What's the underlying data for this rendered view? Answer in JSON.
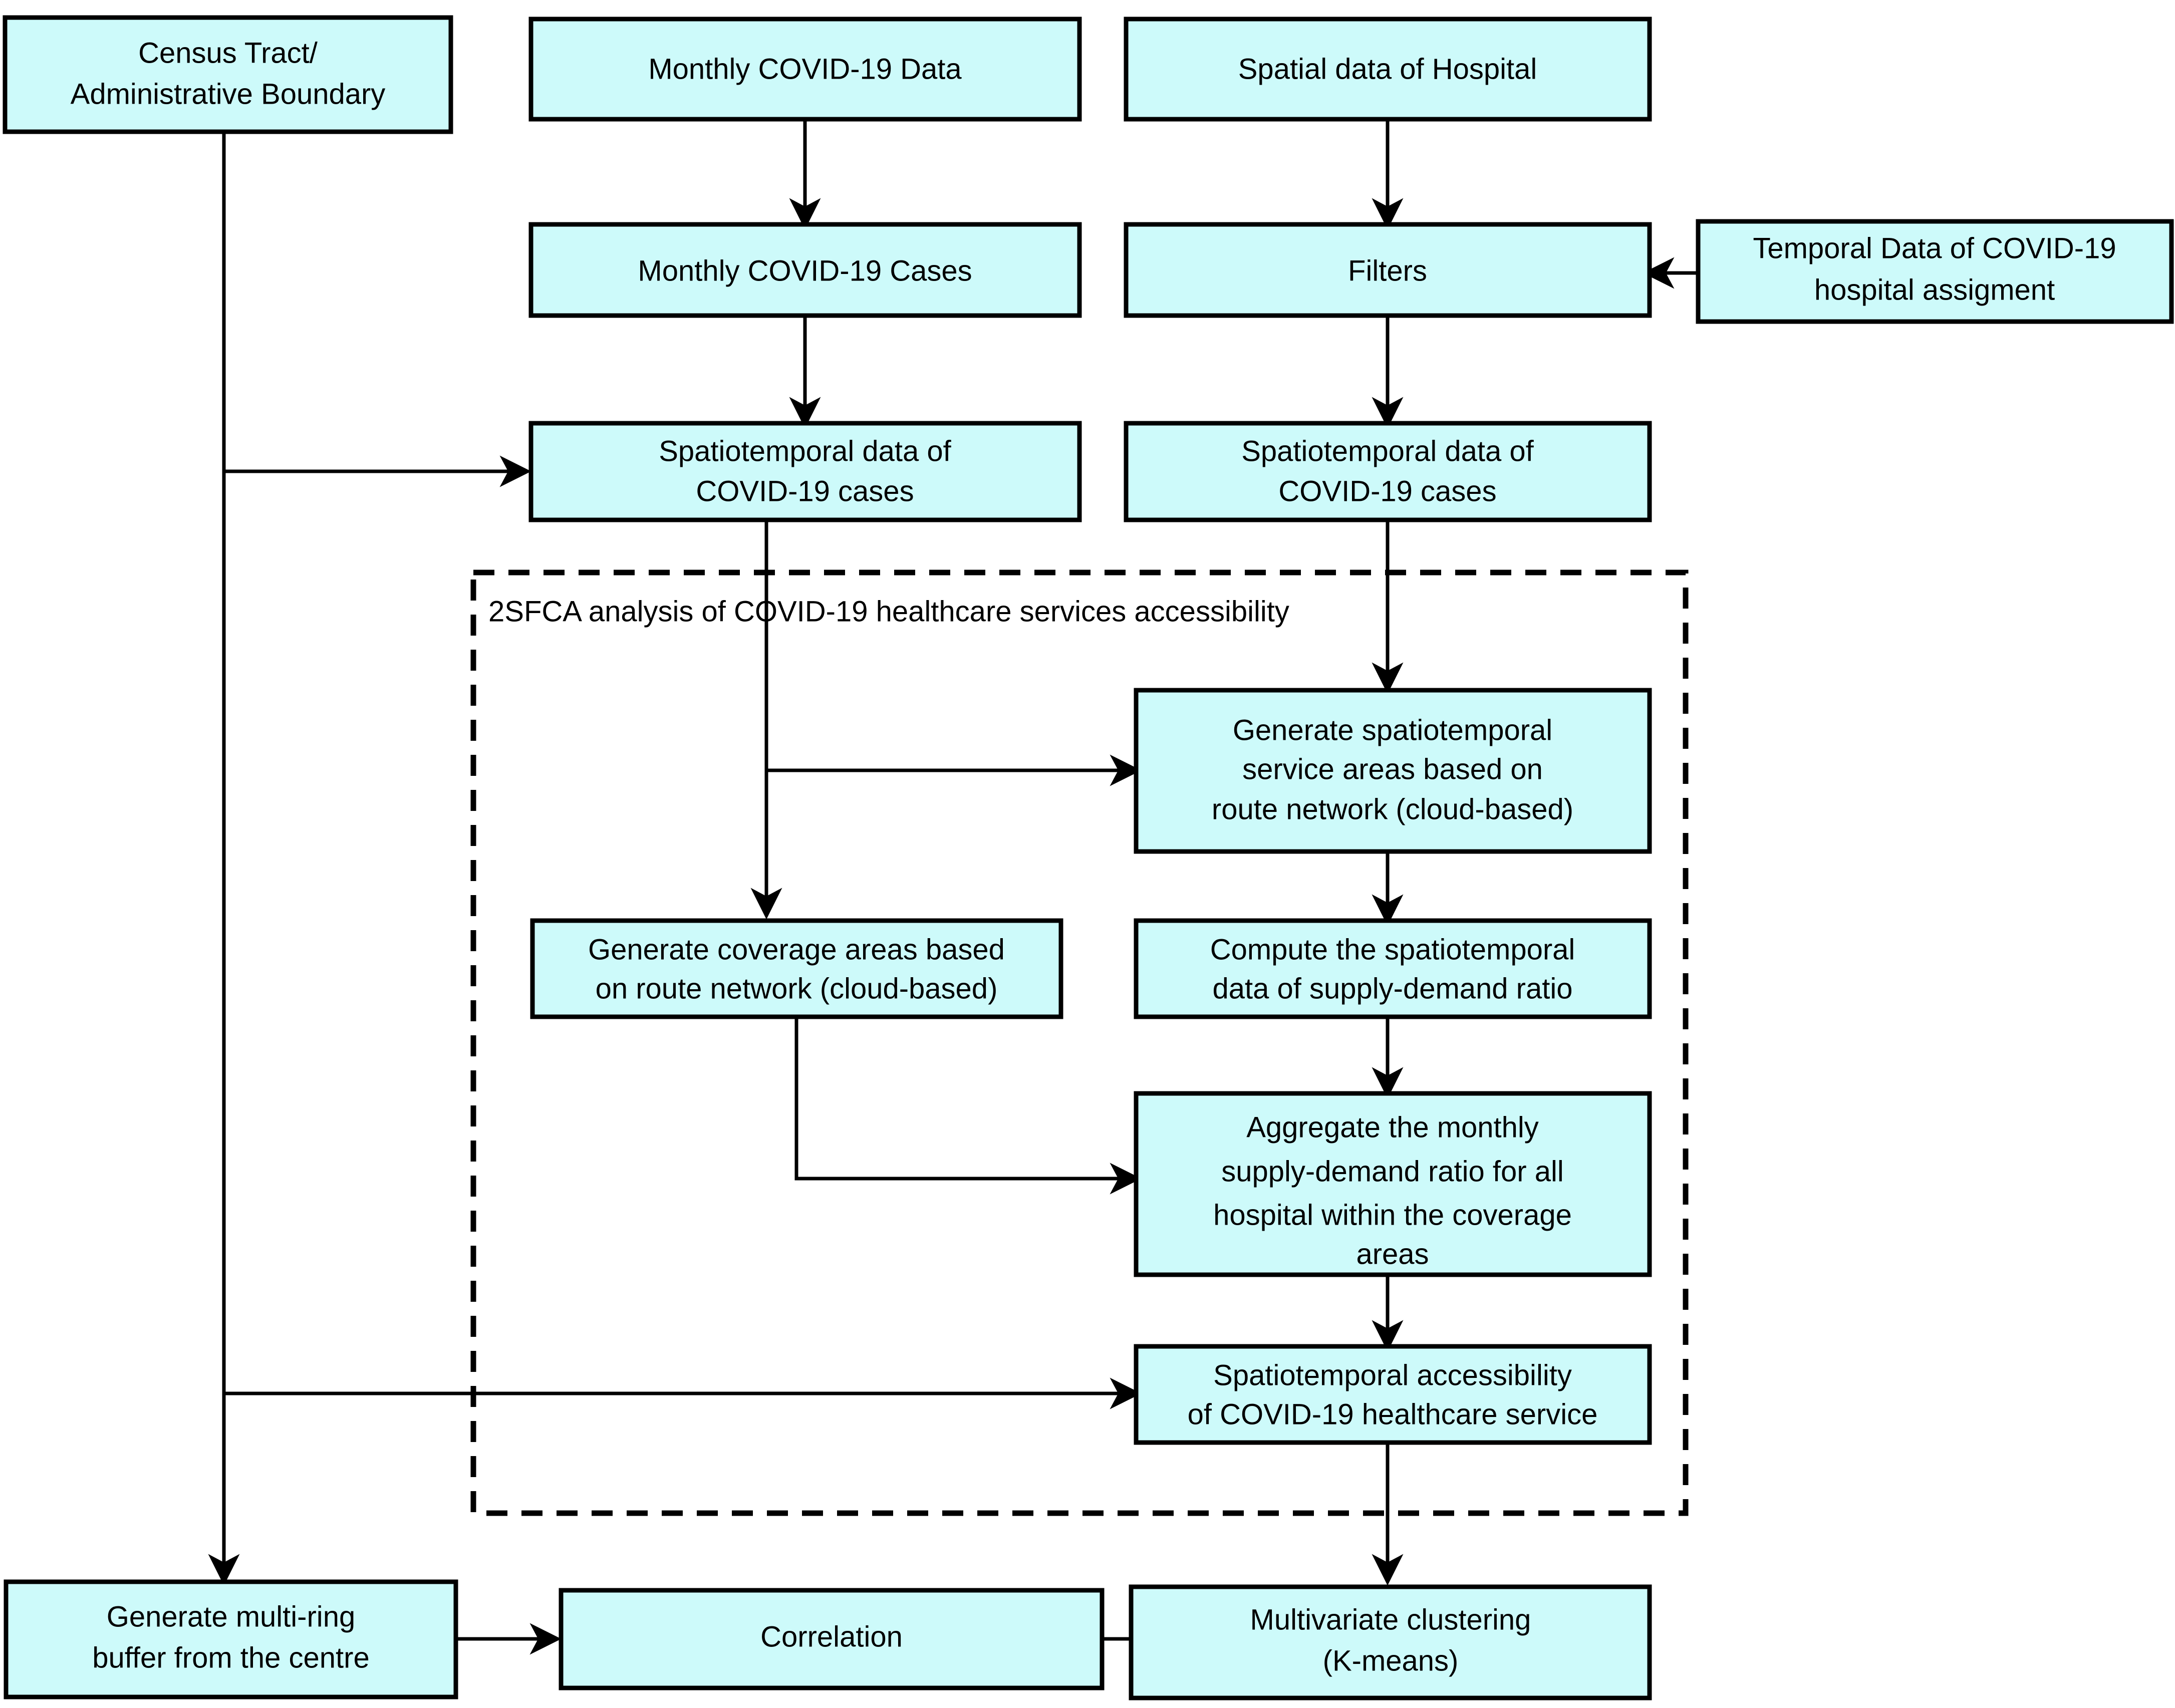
{
  "diagram": {
    "title_label": "2SFCA analysis of COVID-19 healthcare services accessibility",
    "colors": {
      "node_fill": "#cdfafa",
      "node_stroke": "#000000",
      "edge": "#000000",
      "background": "#ffffff"
    },
    "nodes": {
      "census_tract": {
        "line1": "Census Tract/",
        "line2": "Administrative Boundary"
      },
      "monthly_covid_data": {
        "line1": "Monthly COVID-19 Data"
      },
      "spatial_data_hospital": {
        "line1": "Spatial data of Hospital"
      },
      "monthly_covid_cases": {
        "line1": "Monthly COVID-19 Cases"
      },
      "filters": {
        "line1": "Filters"
      },
      "temporal_data": {
        "line1": "Temporal Data of COVID-19",
        "line2": "hospital assigment"
      },
      "spatiotemporal_cases_left": {
        "line1": "Spatiotemporal data of",
        "line2": "COVID-19 cases"
      },
      "spatiotemporal_cases_right": {
        "line1": "Spatiotemporal data of",
        "line2": "COVID-19 cases"
      },
      "generate_service_areas": {
        "line1": "Generate spatiotemporal",
        "line2": "service areas based on",
        "line3": "route network (cloud-based)"
      },
      "generate_coverage_areas": {
        "line1": "Generate coverage areas based",
        "line2": "on route network (cloud-based)"
      },
      "compute_supply_demand": {
        "line1": "Compute the spatiotemporal",
        "line2": "data of supply-demand ratio"
      },
      "aggregate_ratio": {
        "line1": "Aggregate the monthly",
        "line2": "supply-demand ratio for all",
        "line3": "hospital within the coverage",
        "line4": "areas"
      },
      "spatiotemporal_accessibility": {
        "line1": "Spatiotemporal accessibility",
        "line2": "of COVID-19 healthcare service"
      },
      "generate_buffer": {
        "line1": "Generate multi-ring",
        "line2": "buffer from the centre"
      },
      "correlation": {
        "line1": "Correlation"
      },
      "multivariate_clustering": {
        "line1": "Multivariate clustering",
        "line2": "(K-means)"
      }
    }
  }
}
